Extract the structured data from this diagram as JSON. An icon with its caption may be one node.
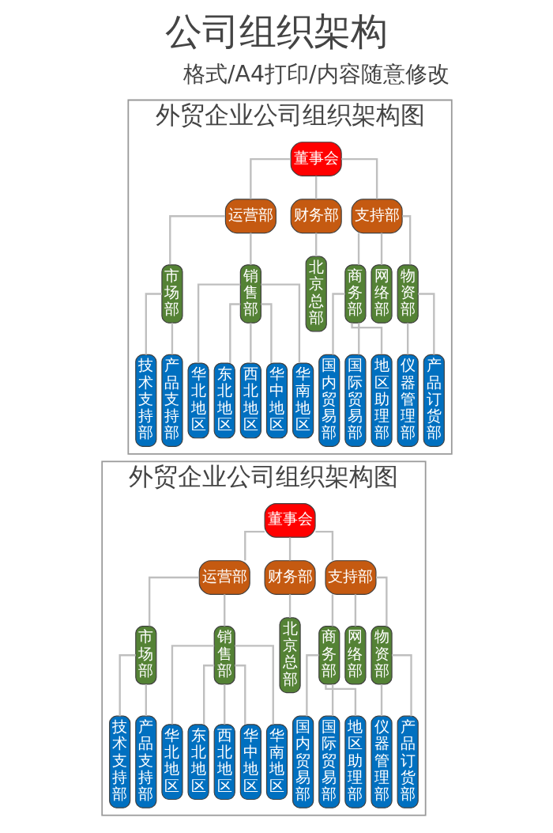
{
  "diagram": {
    "title": "公司组织架构",
    "labels": [
      "格式/A4打印/内容随意修改"
    ],
    "nodes": [
      {
        "text": [
          "外贸企业公司组织架构图"
        ]
      },
      {
        "text": [
          "董事会"
        ],
        "in": 0
      },
      {
        "text": [
          "运营部"
        ],
        "in": 0
      },
      {
        "text": [
          "财务部"
        ],
        "in": 0
      },
      {
        "text": [
          "支持部"
        ],
        "in": 0
      },
      {
        "text": [
          "市场部"
        ],
        "in": 0
      },
      {
        "text": [
          "销售部"
        ],
        "in": 0
      },
      {
        "text": [
          "北京总部"
        ],
        "in": 0
      },
      {
        "text": [
          "商务部"
        ],
        "in": 0
      },
      {
        "text": [
          "网络部"
        ],
        "in": 0
      },
      {
        "text": [
          "物资部"
        ],
        "in": 0
      },
      {
        "text": [
          "技术支持部"
        ],
        "in": 0
      },
      {
        "text": [
          "产品支持部"
        ],
        "in": 0
      },
      {
        "text": [
          "华北地区"
        ],
        "in": 0
      },
      {
        "text": [
          "东北地区"
        ],
        "in": 0
      },
      {
        "text": [
          "西北地区"
        ],
        "in": 0
      },
      {
        "text": [
          "华中地区"
        ],
        "in": 0
      },
      {
        "text": [
          "华南地区"
        ],
        "in": 0
      },
      {
        "text": [
          "国内贸易部"
        ],
        "in": 0
      },
      {
        "text": [
          "国际贸易部"
        ],
        "in": 0
      },
      {
        "text": [
          "地区助理部"
        ],
        "in": 0
      },
      {
        "text": [
          "仪器管理部"
        ],
        "in": 0
      },
      {
        "text": [
          "产品订货部"
        ],
        "in": 0
      },
      {
        "text": [
          "外贸企业公司组织架构图"
        ]
      },
      {
        "text": [
          "董事会"
        ],
        "in": 23
      },
      {
        "text": [
          "运营部"
        ],
        "in": 23
      },
      {
        "text": [
          "财务部"
        ],
        "in": 23
      },
      {
        "text": [
          "支持部"
        ],
        "in": 23
      },
      {
        "text": [
          "市场部"
        ],
        "in": 23
      },
      {
        "text": [
          "销售部"
        ],
        "in": 23
      },
      {
        "text": [
          "北京总部"
        ],
        "in": 23
      },
      {
        "text": [
          "商务部"
        ],
        "in": 23
      },
      {
        "text": [
          "网络部"
        ],
        "in": 23
      },
      {
        "text": [
          "物资部"
        ],
        "in": 23
      },
      {
        "text": [
          "技术支持部"
        ],
        "in": 23
      },
      {
        "text": [
          "产品支持部"
        ],
        "in": 23
      },
      {
        "text": [
          "华北地区"
        ],
        "in": 23
      },
      {
        "text": [
          "东北地区"
        ],
        "in": 23
      },
      {
        "text": [
          "西北地区"
        ],
        "in": 23
      },
      {
        "text": [
          "华中地区"
        ],
        "in": 23
      },
      {
        "text": [
          "华南地区"
        ],
        "in": 23
      },
      {
        "text": [
          "国内贸易部"
        ],
        "in": 23
      },
      {
        "text": [
          "国际贸易部"
        ],
        "in": 23
      },
      {
        "text": [
          "地区助理部"
        ],
        "in": 23
      },
      {
        "text": [
          "仪器管理部"
        ],
        "in": 23
      },
      {
        "text": [
          "产品订货部"
        ],
        "in": 23
      }
    ],
    "edges": [
      {
        "from": 1,
        "to": 2,
        "arrow": "none"
      },
      {
        "from": 1,
        "to": 3,
        "arrow": "none"
      },
      {
        "from": 1,
        "to": 4,
        "arrow": "none"
      },
      {
        "from": 2,
        "to": 5,
        "arrow": "none"
      },
      {
        "from": 2,
        "to": 6,
        "arrow": "none"
      },
      {
        "from": 3,
        "to": 7,
        "arrow": "none"
      },
      {
        "from": 4,
        "to": 8,
        "arrow": "none"
      },
      {
        "from": 4,
        "to": 9,
        "arrow": "none"
      },
      {
        "from": 4,
        "to": 10,
        "arrow": "none"
      },
      {
        "from": 5,
        "to": 11,
        "arrow": "none"
      },
      {
        "from": 5,
        "to": 12,
        "arrow": "none"
      },
      {
        "from": 6,
        "to": 13,
        "arrow": "none"
      },
      {
        "from": 6,
        "to": 14,
        "arrow": "none"
      },
      {
        "from": 6,
        "to": 15,
        "arrow": "none"
      },
      {
        "from": 6,
        "to": 16,
        "arrow": "none"
      },
      {
        "from": 6,
        "to": 17,
        "arrow": "none"
      },
      {
        "from": 8,
        "to": 18,
        "arrow": "none"
      },
      {
        "from": 8,
        "to": 19,
        "arrow": "none"
      },
      {
        "from": 8,
        "to": 20,
        "arrow": "none"
      },
      {
        "from": 10,
        "to": 21,
        "arrow": "none"
      },
      {
        "from": 10,
        "to": 22,
        "arrow": "none"
      },
      {
        "from": 24,
        "to": 25,
        "arrow": "none"
      },
      {
        "from": 24,
        "to": 26,
        "arrow": "none"
      },
      {
        "from": 24,
        "to": 27,
        "arrow": "none"
      },
      {
        "from": 25,
        "to": 28,
        "arrow": "none"
      },
      {
        "from": 25,
        "to": 29,
        "arrow": "none"
      },
      {
        "from": 26,
        "to": 30,
        "arrow": "none"
      },
      {
        "from": 27,
        "to": 31,
        "arrow": "none"
      },
      {
        "from": 27,
        "to": 32,
        "arrow": "none"
      },
      {
        "from": 27,
        "to": 33,
        "arrow": "none"
      },
      {
        "from": 28,
        "to": 34,
        "arrow": "none"
      },
      {
        "from": 28,
        "to": 35,
        "arrow": "none"
      },
      {
        "from": 29,
        "to": 36,
        "arrow": "none"
      },
      {
        "from": 29,
        "to": 37,
        "arrow": "none"
      },
      {
        "from": 29,
        "to": 38,
        "arrow": "none"
      },
      {
        "from": 29,
        "to": 39,
        "arrow": "none"
      },
      {
        "from": 29,
        "to": 40,
        "arrow": "none"
      },
      {
        "from": 31,
        "to": 41,
        "arrow": "none"
      },
      {
        "from": 31,
        "to": 42,
        "arrow": "none"
      },
      {
        "from": 31,
        "to": 43,
        "arrow": "none"
      },
      {
        "from": 33,
        "to": 44,
        "arrow": "none"
      },
      {
        "from": 33,
        "to": 45,
        "arrow": "none"
      }
    ]
  }
}
